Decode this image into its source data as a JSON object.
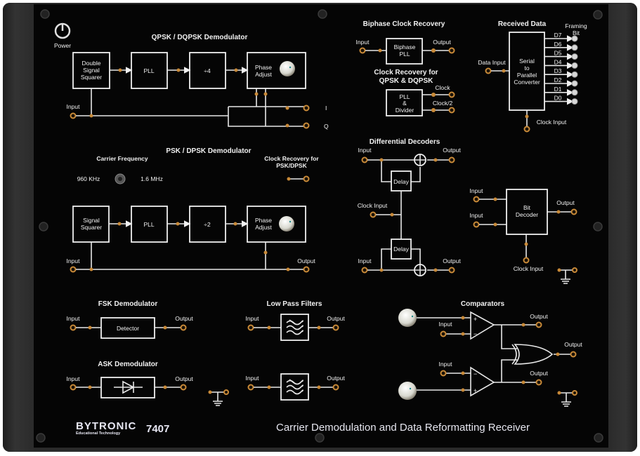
{
  "device": {
    "brand": "BYTRONIC",
    "brand_tagline": "Educational Technology",
    "model": "7407",
    "title": "Carrier Demodulation and Data Reformatting Receiver",
    "power_label": "Power"
  },
  "qpsk": {
    "title": "QPSK / DQPSK  Demodulator",
    "blocks": [
      "Double",
      "Signal",
      "Squarer"
    ],
    "pll": "PLL",
    "divider": "÷4",
    "phase": [
      "Phase",
      "Adjust"
    ],
    "input_label": "Input",
    "out_i": "I",
    "out_q": "Q"
  },
  "psk": {
    "title": "PSK / DPSK Demodulator",
    "carrier_label": "Carrier Frequency",
    "freq_low": "960 KHz",
    "freq_high": "1.6 MHz",
    "clock_recovery": [
      "Clock Recovery for",
      "PSK/DPSK"
    ],
    "squarer": [
      "Signal",
      "Squarer"
    ],
    "pll": "PLL",
    "divider": "÷2",
    "phase": [
      "Phase",
      "Adjust"
    ],
    "input_label": "Input",
    "output_label": "Output"
  },
  "biphase": {
    "title": "Biphase Clock Recovery",
    "block": [
      "Biphase",
      "PLL"
    ],
    "input_label": "Input",
    "output_label": "Output"
  },
  "qpsk_clock": {
    "title": [
      "Clock Recovery for",
      "QPSK & DQPSK"
    ],
    "block": [
      "PLL",
      "&",
      "Divider"
    ],
    "clock_label": "Clock",
    "clock2_label": "Clock/2"
  },
  "received": {
    "title": "Received Data",
    "framing": [
      "Framing",
      "Bit"
    ],
    "block": [
      "Serial",
      "to",
      "Parallel",
      "Converter"
    ],
    "data_input": "Data Input",
    "clock_input": "Clock Input",
    "bits": [
      "D7",
      "D6",
      "D5",
      "D4",
      "D3",
      "D2",
      "D1",
      "D0"
    ]
  },
  "differential": {
    "title": "Differential Decoders",
    "input_label": "Input",
    "output_label": "Output",
    "delay": "Delay",
    "clock_input": "Clock  Input"
  },
  "bit_decoder": {
    "block": [
      "Bit",
      "Decoder"
    ],
    "input_label": "Input",
    "output_label": "Output",
    "clock_input": "Clock Input"
  },
  "fsk": {
    "title": "FSK  Demodulator",
    "block": "Detector",
    "input_label": "Input",
    "output_label": "Output"
  },
  "ask": {
    "title": "ASK Demodulator",
    "input_label": "Input",
    "output_label": "Output"
  },
  "lpf": {
    "title": "Low Pass Filters",
    "input_label": "Input",
    "output_label": "Output"
  },
  "comparators": {
    "title": "Comparators",
    "input_label": "Input",
    "output_label": "Output",
    "plus": "+",
    "minus": "−"
  },
  "colors": {
    "panel": "#050505",
    "silkscreen": "#f0f0f0",
    "socket": "#c98a38",
    "frame": "#2a2a2a"
  }
}
